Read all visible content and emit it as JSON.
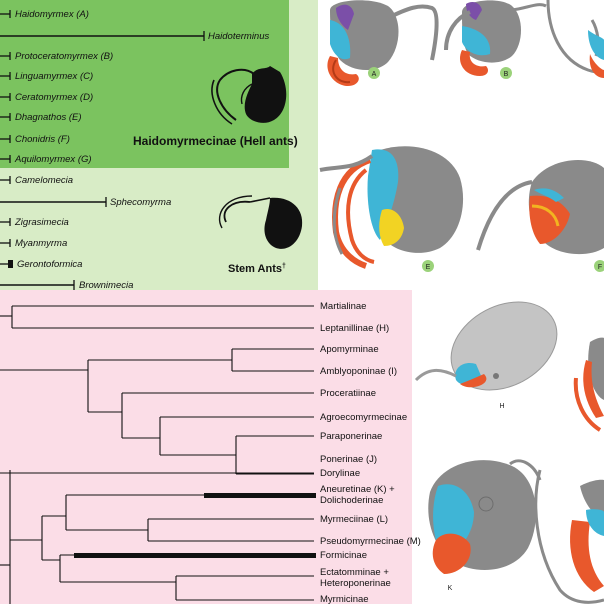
{
  "hell_ants": {
    "title": "Haidomyrmecinae (Hell ants)",
    "taxa": [
      "Haidomyrmex (A)",
      "Haidoterminus",
      "Protoceratomyrmex (B)",
      "Linguamyrmex (C)",
      "Ceratomyrmex (D)",
      "Dhagnathos (E)",
      "Chonidris (F)",
      "Aquilomyrmex (G)"
    ]
  },
  "stem_ants": {
    "title": "Stem Ants",
    "title_mark": "†",
    "taxa": [
      "Camelomecia",
      "Sphecomyrma",
      "Zigrasimecia",
      "Myanmyrma",
      "Gerontoformica",
      "Brownimecia"
    ]
  },
  "crown_subfamilies": [
    "Martialinae",
    "Leptanillinae (H)",
    "Apomyrminae",
    "Amblyoponinae (I)",
    "Proceratiinae",
    "Agroecomyrmecinae",
    "Paraponerinae",
    "Ponerinae (J)",
    "Dorylinae",
    "Aneuretinae (K) +",
    "Dolichoderinae",
    "Myrmeciinae (L)",
    "Pseudomyrmecinae (M)",
    "Formicinae",
    "Ectatomminae +",
    "Heteroponerinae",
    "Myrmicinae"
  ],
  "panel_labels": [
    "A",
    "B",
    "E",
    "F",
    "H",
    "K"
  ],
  "colors": {
    "hell_bg": "#7bc35f",
    "stem_bg": "#d8ecc6",
    "crown_bg": "#fbdde7",
    "head_grey": "#8a8a8a",
    "mandible_orange": "#e8582c",
    "head_blue": "#3fb5d6",
    "head_yellow": "#f2d323",
    "head_purple": "#7b4fa8",
    "panel_badge_green": "#9bd27a"
  }
}
